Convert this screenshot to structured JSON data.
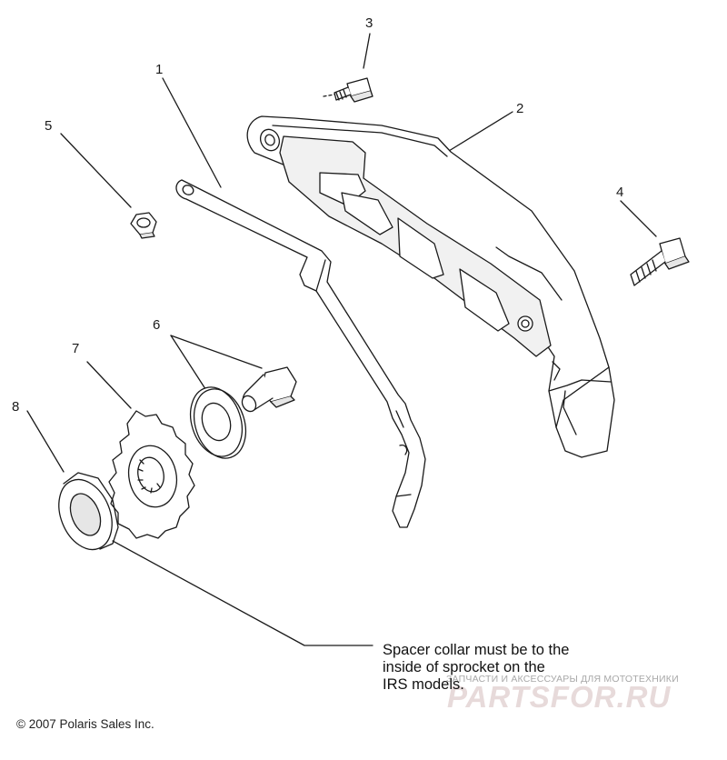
{
  "callouts": [
    {
      "number": "1",
      "part": "bracket"
    },
    {
      "number": "2",
      "part": "chain guard"
    },
    {
      "number": "3",
      "part": "screw"
    },
    {
      "number": "4",
      "part": "bolt"
    },
    {
      "number": "5",
      "part": "nut"
    },
    {
      "number": "6",
      "part": "bolt and washer"
    },
    {
      "number": "7",
      "part": "sprocket"
    },
    {
      "number": "8",
      "part": "spacer collar"
    }
  ],
  "note": {
    "line1": "Spacer collar must be to the",
    "line2": "inside of sprocket on the",
    "line3": "IRS models."
  },
  "copyright": "© 2007 Polaris Sales Inc.",
  "watermark": {
    "tagline": "ЗАПЧАСТИ И АКСЕССУАРЫ ДЛЯ МОТОТЕХНИКИ",
    "logo": "PARTSFOR.RU"
  },
  "colors": {
    "line": "#1a1a1a",
    "part_fill": "#ffffff",
    "shade": "#e6e6e6",
    "watermark": "#e7dada"
  }
}
